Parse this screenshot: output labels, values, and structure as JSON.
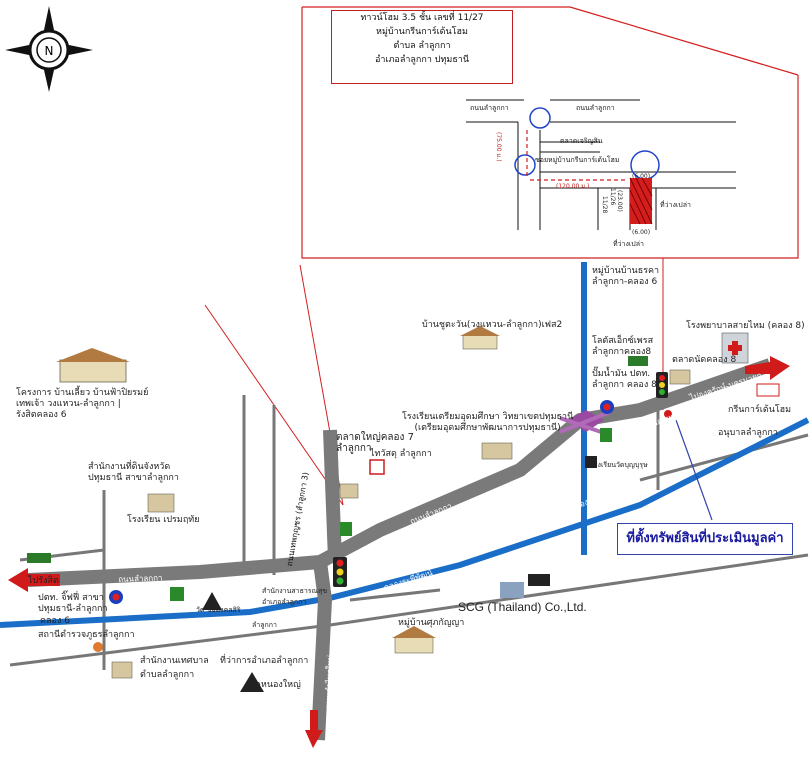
{
  "compass": {
    "letter": "N",
    "icon": "compass-icon"
  },
  "inset": {
    "address": [
      "ทาวน์โฮม 3.5 ชั้น เลขที่ 11/27",
      "หมู่บ้านกรีนการ์เด้นโฮม",
      "ตำบล ลำลูกกา",
      "อำเภอลำลูกกา ปทุมธานี"
    ],
    "road_left": "ถนนลำลูกกา",
    "road_right": "ถนนลำลูกกา",
    "market": "ตลาดเจริญสิน",
    "village_road": "ซอยหมู่บ้านกรีนการ์เด้นโฮม",
    "dist_75": "(75.00 ม.)",
    "dist_120": "(120.00 ม.)",
    "dim_600": "(6.00)",
    "dim_2300": "(23.00)",
    "dim_1126": "11/26",
    "dim_1128": "11/28",
    "dim_600b": "(6.00)",
    "vacant1": "ที่ว่างเปล่า",
    "vacant2": "ที่ว่างเปล่า"
  },
  "labels": {
    "village_baan_lamlukka": [
      "หมู่บ้านบ้านธรคา",
      "ลำลูกกา-คลอง 6"
    ],
    "baan_chuchawan": "บ้านชูตะวัน(วงแหวน-ลำลูกกา)เฟส2",
    "lotus_express": [
      "โลตัสเอ็กซ์เพรส",
      "ลำลูกกาคลอง8"
    ],
    "ptt_pump": [
      "ปั๊มน้ำมัน ปตท.",
      "ลำลูกกา คลอง 8"
    ],
    "market_klong8": "ตลาดนัดคลอง 8",
    "hospital": "โรงพยาบาลสายไหม (คลอง 8)",
    "green_garden": "กรีนการ์เด้นโฮม",
    "anuban": "อนุบาลลำลูกกา",
    "prep_school": [
      "โรงเรียนเตรียมอุดมศึกษา วิทยาเขตปทุมธานี",
      "(เตรียมอุดมศึกษาพัฒนาการปทุมธานี)"
    ],
    "bunnak_school": "โรงเรียนวัดบุญบุรุษ",
    "project_left": [
      "โครงการ บ้านเลี้ยว บ้านฟ้าปิยรมย์",
      "เทพเจ้า วงแหวน-ลำลูกกา |",
      "รังสิตคลอง 6"
    ],
    "land_office": [
      "สำนักงานที่ดินจังหวัด",
      "ปทุมธานี สาขาลำลูกกา"
    ],
    "school_left": "โรงเรียน เปรมฤทัย",
    "big_market": [
      "ตลาดใหญ่คลอง 7",
      "ลำลูกกา"
    ],
    "thaiwatsadu": "ไทวัสดุ ลำลูกกา",
    "tesco": "ไปรังสิต",
    "ptt_rangsit": [
      "ปตท. จิ๊ฟฟี่ สาขา",
      "ปทุมธานี-ลำลูกกา"
    ],
    "klong6": "คลอง 6",
    "police": "สถานีตำรวจภูธรลำลูกกา",
    "district_office": "สำนักงานเทศบาล",
    "district_office2": "ตำบลลำลูกกา",
    "wat_chaimongkol": "วัด ชัยมงคลสิริ",
    "amphoe_office": [
      "สำนักงานสาธารณสุข",
      "อำเภอลำลูกกา"
    ],
    "lamlukka": "ลำลูกกา",
    "amphoe_hall": "ที่ว่าการอำเภอลำลูกกา",
    "wat_nong": "วัดหนองใหญ่",
    "supanya": "หมู่บ้านศุภกัญญา",
    "to_ongkharak": "ไปองครักษ์-นครนายก",
    "road_lamlukka_left": "ถนนลำลูกกา",
    "road_lamlukka_mid": "ถนนลำลูกกา",
    "road_lamlukka_right": "ถนนลำลูกกา",
    "road_new": "ถนนลำลูกกา-ลำไทรใหม่",
    "road_khlong3": "ถนนเทพกุญชร (ลำลูกกา 3)",
    "road_lamsai": "ถนนลำไทรใหม่",
    "canal": "คลองระพีพัฒน์",
    "canal2": "คลองระพีพัฒน์",
    "village_soi": "ซอยหมู่บ้านกรีนการ์เด้นโฮม",
    "scg": "SCG (Thailand) Co.,Ltd.",
    "asset": "ที่ตั้งทรัพย์สินที่ประเมินมูลค่า"
  },
  "colors": {
    "road": "#7a7a7a",
    "canal": "#1a6ec8",
    "route_marker": "#d11a1a",
    "inset_border": "#c02020",
    "asset_border": "#3344aa"
  }
}
